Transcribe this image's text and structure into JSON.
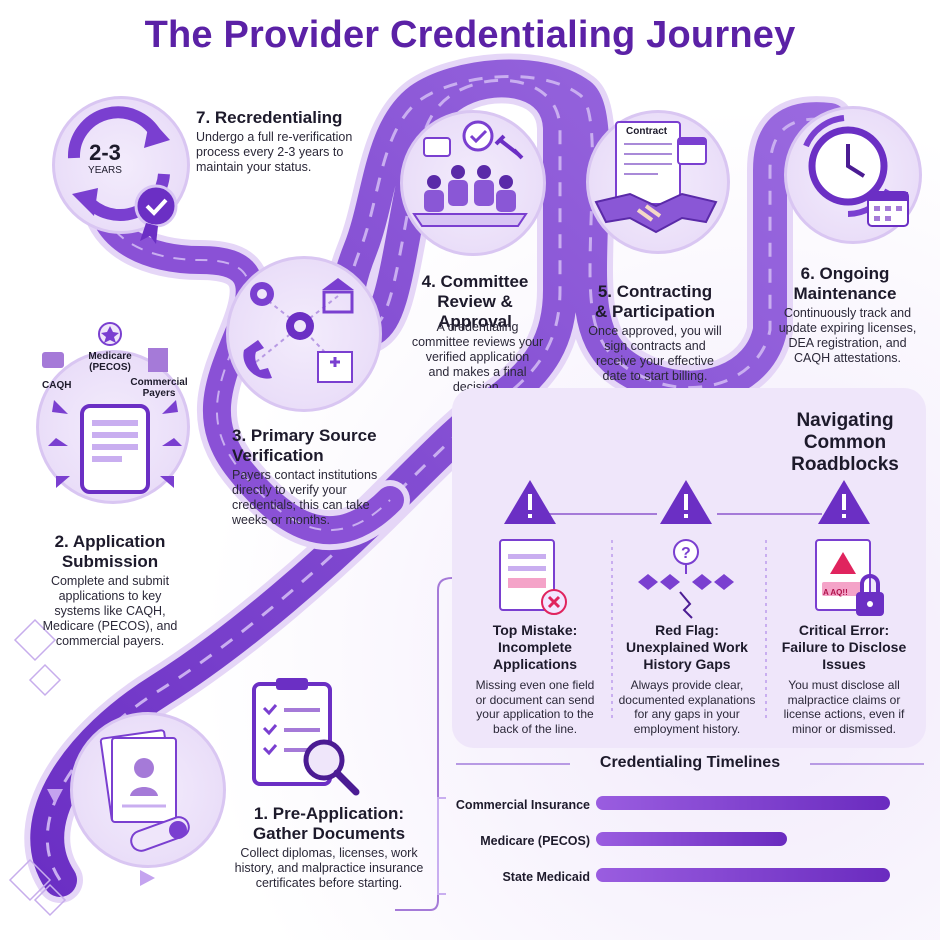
{
  "title": "The Provider Credentialing Journey",
  "steps": [
    {
      "title_line1": "1. Pre-Application:",
      "title_line2": "Gather Documents",
      "desc": [
        "Collect diplomas, licenses, work",
        "history, and malpractice insurance",
        "certificates before starting."
      ]
    },
    {
      "title_line1": "2. Application",
      "title_line2": "Submission",
      "desc": [
        "Complete and submit",
        "applications to key",
        "systems like CAQH,",
        "Medicare (PECOS), and",
        "commercial payers."
      ]
    },
    {
      "title_line1": "3. Primary Source",
      "title_line2": "Verification",
      "desc": [
        "Payers contact institutions",
        "directly to verify your",
        "credentials; this can take",
        "weeks or months."
      ]
    },
    {
      "title_line1": "4. Committee",
      "title_line2": "Review & Approval",
      "desc": [
        "A credentialing",
        "committee reviews your",
        "verified application",
        "and makes a final",
        "decision."
      ]
    },
    {
      "title_line1": "5. Contracting",
      "title_line2": "& Participation",
      "desc": [
        "Once approved, you will",
        "sign contracts and",
        "receive your effective",
        "date to start billing."
      ]
    },
    {
      "title_line1": "6. Ongoing",
      "title_line2": "Maintenance",
      "desc": [
        "Continuously track and",
        "update expiring licenses,",
        "DEA registration, and",
        "CAQH attestations."
      ]
    },
    {
      "title_line1": "7. Recredentialing",
      "desc": [
        "Undergo a full re-verification",
        "process every 2-3 years to",
        "maintain your status."
      ]
    }
  ],
  "recred_badge": {
    "line1": "2-3",
    "line2": "YEARS"
  },
  "submission_targets": {
    "caqh": "CAQH",
    "medicare_line1": "Medicare",
    "medicare_line2": "(PECOS)",
    "commercial_line1": "Commercial",
    "commercial_line2": "Payers"
  },
  "contract_label": "Contract",
  "roadblocks": {
    "heading_line1": "Navigating",
    "heading_line2": "Common",
    "heading_line3": "Roadblocks",
    "items": [
      {
        "title": [
          "Top Mistake:",
          "Incomplete",
          "Applications"
        ],
        "desc": [
          "Missing even one field",
          "or document can send",
          "your application to the",
          "back of the line."
        ]
      },
      {
        "title": [
          "Red Flag:",
          "Unexplained Work",
          "History Gaps"
        ],
        "desc": [
          "Always provide clear,",
          "documented explanations",
          "for any gaps in your",
          "employment history."
        ]
      },
      {
        "title": [
          "Critical Error:",
          "Failure to Disclose",
          "Issues"
        ],
        "desc": [
          "You must disclose all",
          "malpractice claims or",
          "license actions, even if",
          "minor or dismissed."
        ]
      }
    ],
    "doc_badge_text": "A AQ!!"
  },
  "timelines": {
    "heading": "Credentialing Timelines",
    "bars": [
      {
        "label": "Commercial Insurance",
        "level": 1.0
      },
      {
        "label": "Medicare (PECOS)",
        "level": 0.65
      },
      {
        "label": "State Medicaid",
        "level": 1.0
      }
    ]
  },
  "colors": {
    "primary": "#7a3fd0",
    "dark": "#4b1c93",
    "light": "#e9ddf8",
    "title": "#5b21a6"
  }
}
